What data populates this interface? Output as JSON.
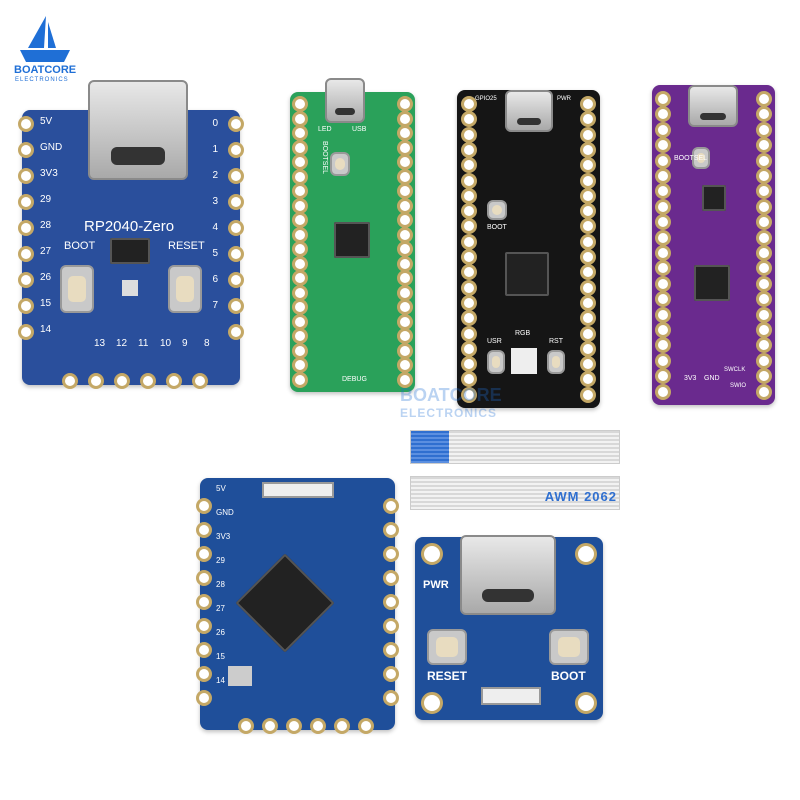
{
  "logo": {
    "name": "BOATCORE",
    "sub": "ELECTRONICS",
    "color": "#1f6fd6"
  },
  "watermark": {
    "name": "BOATCORE",
    "sub": "ELECTRONICS"
  },
  "boards": {
    "zero": {
      "title": "RP2040-Zero",
      "left_pins": [
        "5V",
        "GND",
        "3V3",
        "29",
        "28",
        "27",
        "26",
        "15",
        "14"
      ],
      "right_pins": [
        "0",
        "1",
        "2",
        "3",
        "4",
        "5",
        "6",
        "7"
      ],
      "bottom_pins": [
        "13",
        "12",
        "11",
        "10",
        "9",
        "8"
      ],
      "boot": "BOOT",
      "reset": "RESET",
      "color": "#2a4f9c"
    },
    "green": {
      "labels": [
        "BOOTSEL",
        "USB",
        "LED",
        "DEBUG"
      ],
      "color": "#2aa15a"
    },
    "black": {
      "labels": [
        "BOOT",
        "USR",
        "RGB",
        "RST",
        "GPIO25",
        "PWR"
      ],
      "color": "#151515"
    },
    "purple": {
      "labels": [
        "BOOTSEL",
        "3V3",
        "GND",
        "SWCLK",
        "SWIO"
      ],
      "color": "#6a2a8e"
    },
    "mini": {
      "left_pins": [
        "5V",
        "GND",
        "3V3",
        "29",
        "28",
        "27",
        "26",
        "15",
        "14"
      ],
      "color": "#1f4f9a"
    },
    "usb_adapter": {
      "pwr": "PWR",
      "reset": "RESET",
      "boot": "BOOT",
      "color": "#1f4f9a"
    }
  },
  "cable": {
    "print": "AWM 2062",
    "tab_color": "#2f6fd0"
  }
}
